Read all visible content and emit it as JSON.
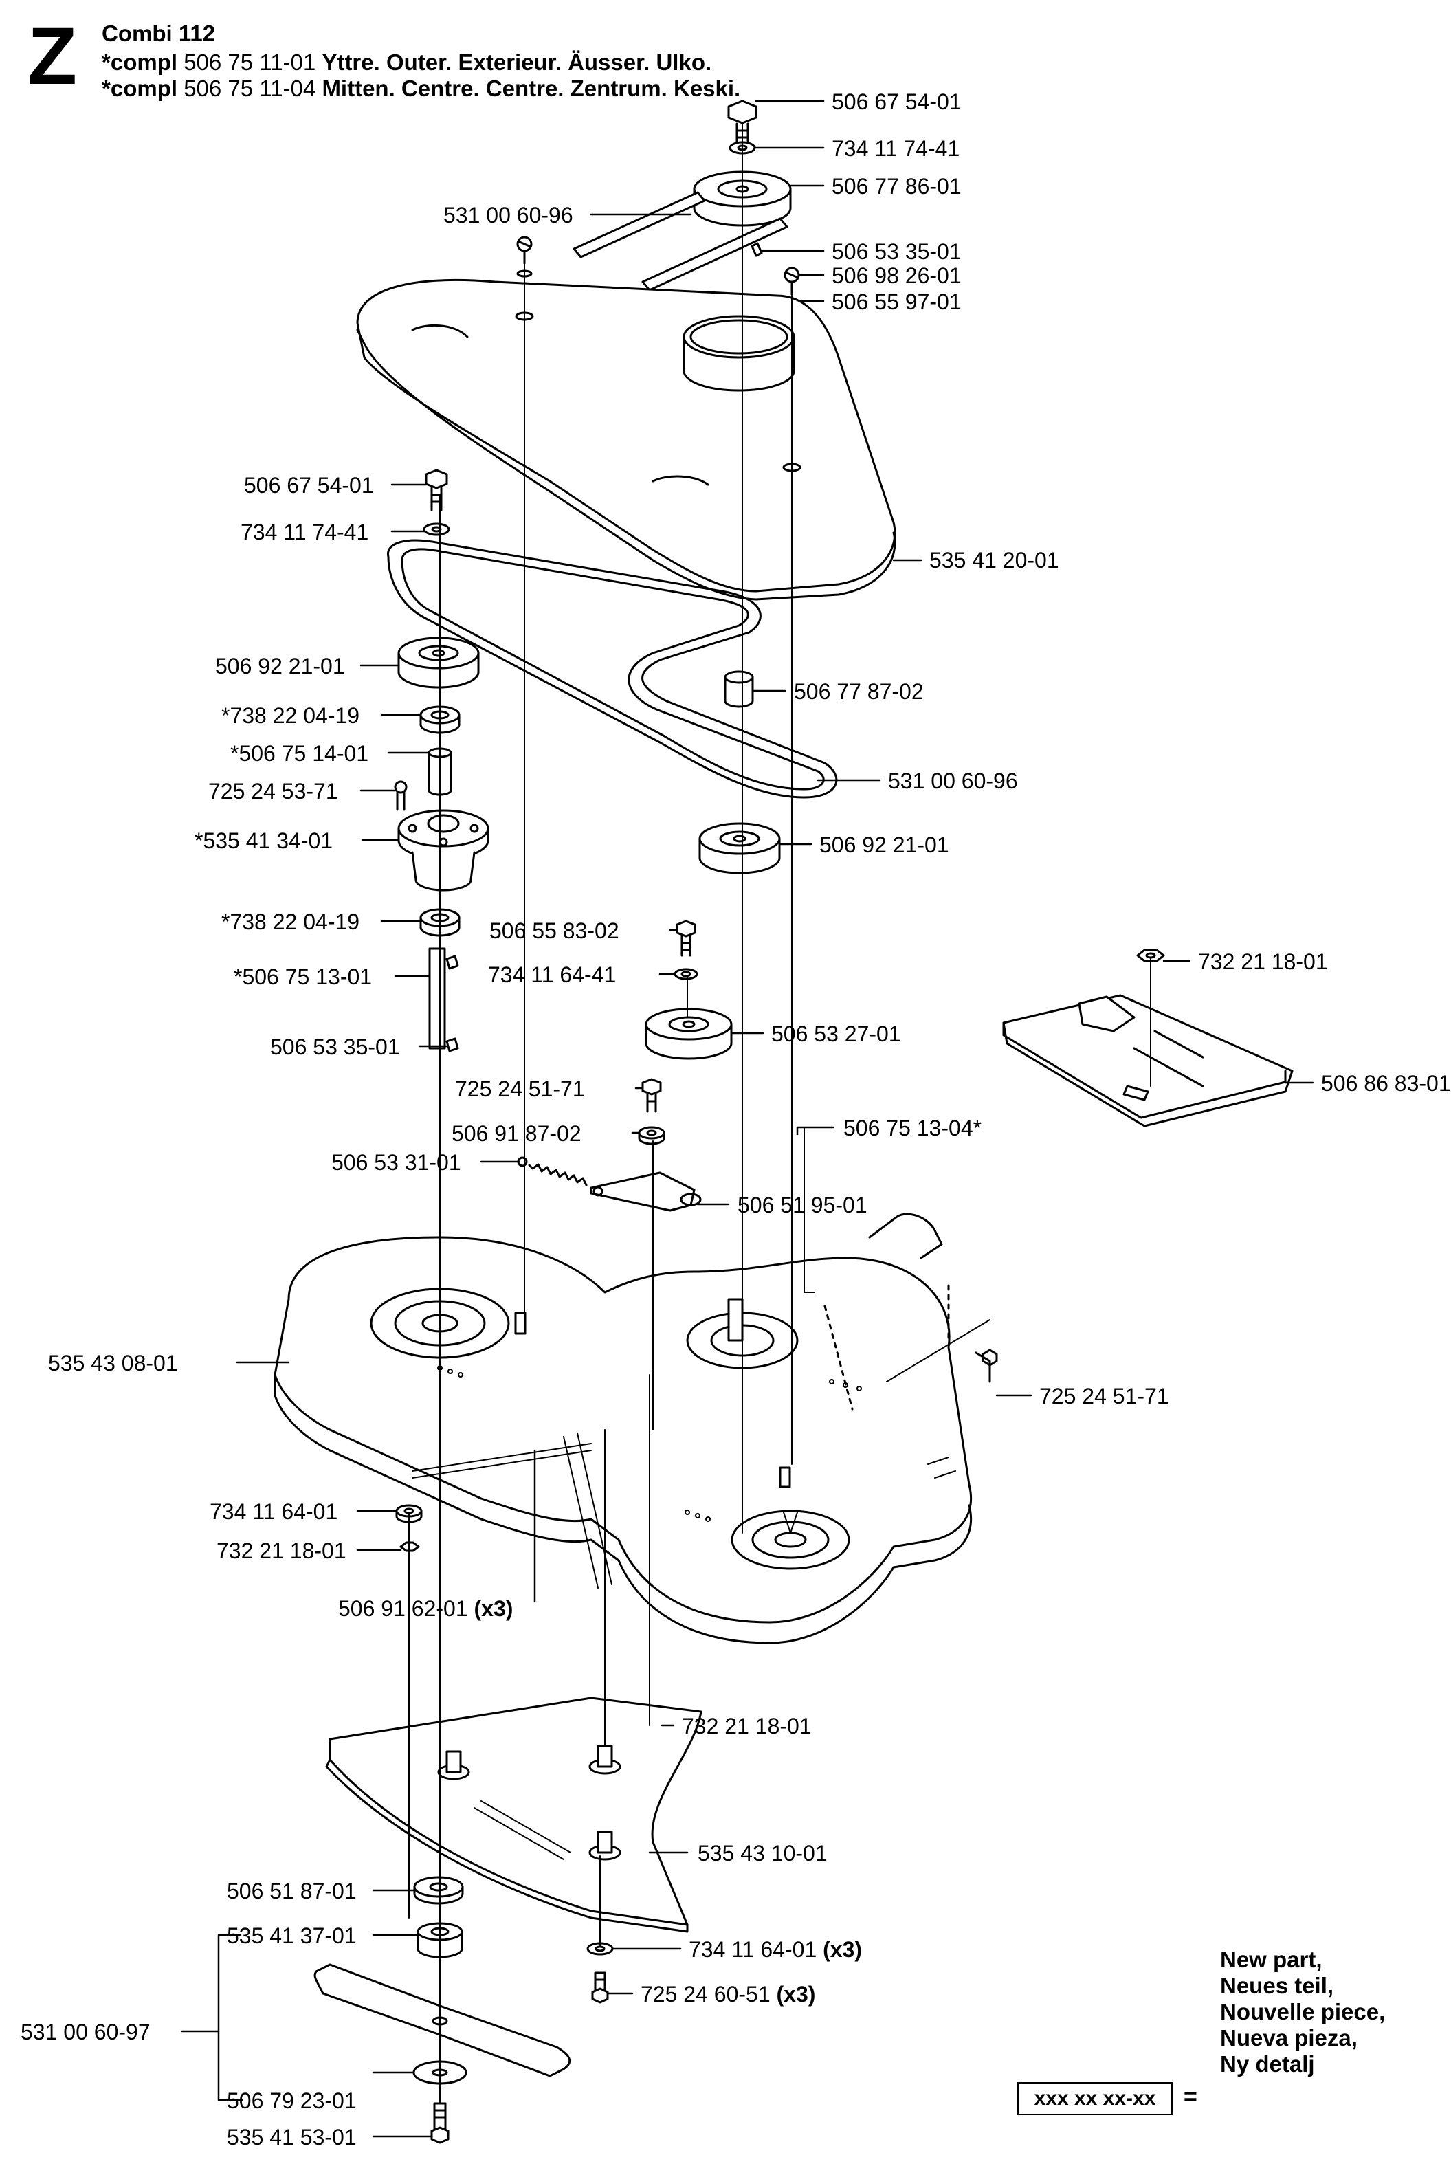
{
  "header": {
    "section_letter": "Z",
    "model": "Combi 112",
    "kits": [
      {
        "prefix": "*compl",
        "part": "506 75 11-01",
        "desc": "Yttre. Outer. Exterieur. Äusser. Ulko."
      },
      {
        "prefix": "*compl",
        "part": "506 75 11-04",
        "desc": "Mitten. Centre. Centre. Zentrum. Keski."
      }
    ]
  },
  "labels": {
    "l01": "506 67 54-01",
    "l02": "734 11 74-41",
    "l03": "506 77 86-01",
    "l04": "531 00 60-96",
    "l05": "506 53 35-01",
    "l06": "506 98 26-01",
    "l07": "506 55 97-01",
    "l08": "506 67 54-01",
    "l09": "734 11 74-41",
    "l10": "535 41 20-01",
    "l11": "506 92 21-01",
    "l12": "506 77 87-02",
    "l13": "*738 22 04-19",
    "l14": "*506 75 14-01",
    "l15": "531 00 60-96",
    "l16": "725 24 53-71",
    "l17": "*535 41 34-01",
    "l18": "506 92 21-01",
    "l19": "*738 22 04-19",
    "l20": "506 55 83-02",
    "l21": "732 21 18-01",
    "l22": "*506 75 13-01",
    "l23": "734 11 64-41",
    "l24": "506 53 27-01",
    "l25": "506 53 35-01",
    "l26": "506 86 83-01",
    "l27": "725 24 51-71",
    "l28": "506 91 87-02",
    "l29": "506 75 13-04*",
    "l30": "506 53 31-01",
    "l31": "506 51 95-01",
    "l32": "535 43 08-01",
    "l33": "725 24 51-71",
    "l34": "734 11 64-01",
    "l35": "732 21 18-01",
    "l36": "506 91 62-01",
    "l36q": "(x3)",
    "l37": "732 21 18-01",
    "l38": "535 43 10-01",
    "l39": "506 51 87-01",
    "l40": "535 41 37-01",
    "l41": "734 11 64-01",
    "l41q": "(x3)",
    "l42": "725 24 60-51",
    "l42q": "(x3)",
    "l43": "531 00 60-97",
    "l44": "506 79 23-01",
    "l45": "535 41 53-01"
  },
  "legend": {
    "placeholder": "xxx xx xx-xx",
    "equals": "=",
    "notes": [
      "New part,",
      "Neues teil,",
      "Nouvelle piece,",
      "Nueva pieza,",
      "Ny detalj"
    ]
  }
}
